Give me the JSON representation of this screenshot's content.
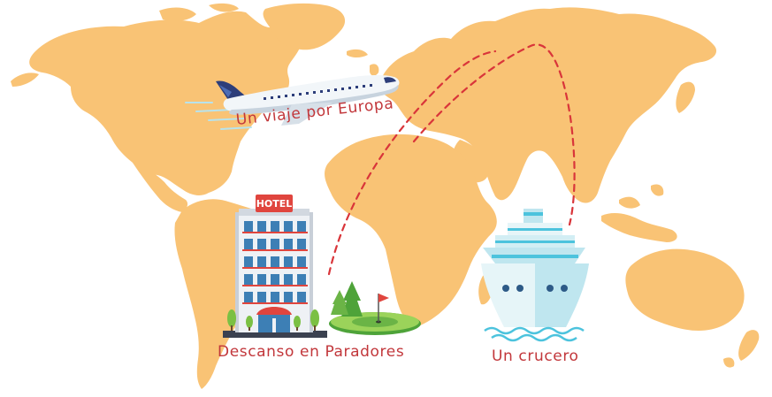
{
  "labels": {
    "trip_europe": "Un viaje por Europa",
    "paradores": "Descanso en Paradores",
    "cruise": "Un crucero"
  },
  "hotel": {
    "sign": "HOTEL"
  },
  "colors": {
    "land": "#f9c375",
    "route": "#d9353a",
    "label": "#c2373b",
    "ship": "#bfe6ef",
    "sea": "#4cc3dd"
  },
  "icons": [
    "airplane-icon",
    "hotel-icon",
    "golf-green-icon",
    "cruise-ship-icon",
    "world-map"
  ]
}
